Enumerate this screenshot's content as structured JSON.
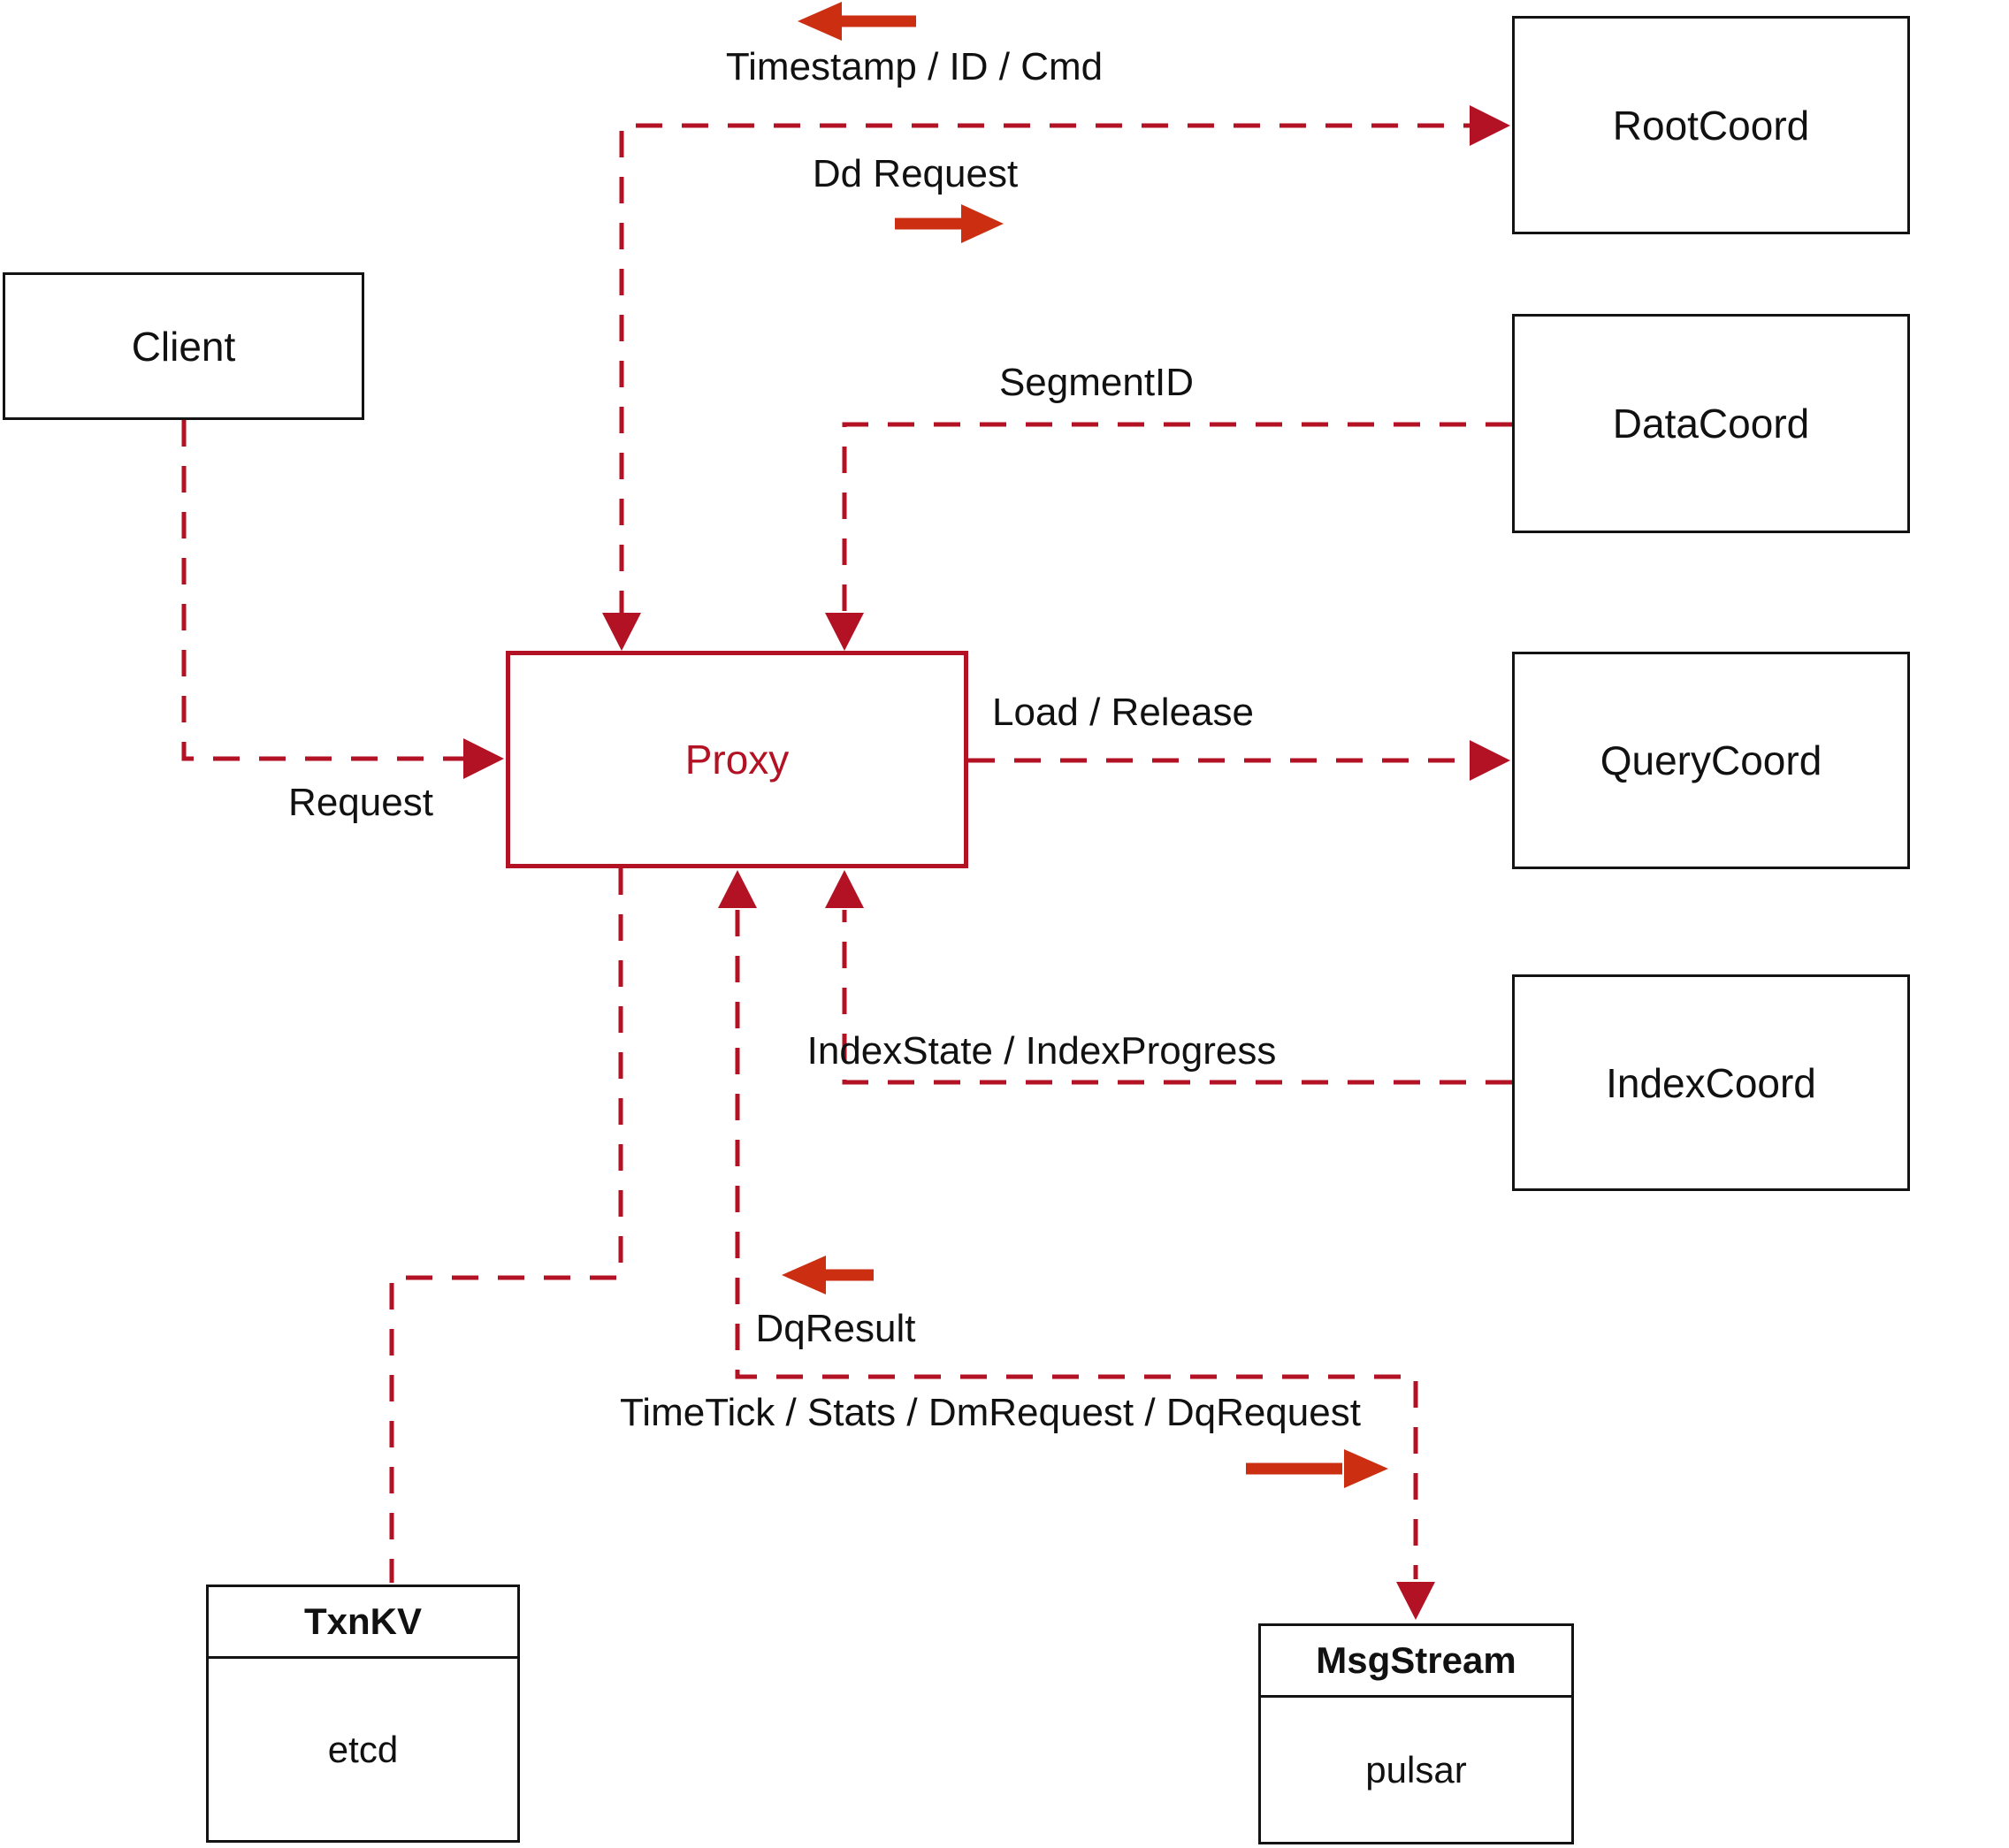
{
  "colors": {
    "line": "#b31224",
    "arrow": "#cc2e12",
    "box_border": "#131313",
    "text": "#111111"
  },
  "nodes": {
    "client": {
      "label": "Client"
    },
    "proxy": {
      "label": "Proxy"
    },
    "root_coord": {
      "label": "RootCoord"
    },
    "data_coord": {
      "label": "DataCoord"
    },
    "query_coord": {
      "label": "QueryCoord"
    },
    "index_coord": {
      "label": "IndexCoord"
    },
    "txn_kv": {
      "title": "TxnKV",
      "impl": "etcd"
    },
    "msg_stream": {
      "title": "MsgStream",
      "impl": "pulsar"
    }
  },
  "edges": {
    "request": "Request",
    "timestamp_id_cmd": "Timestamp / ID / Cmd",
    "dd_request": "Dd Request",
    "segment_id": "SegmentID",
    "load_release": "Load / Release",
    "index_state_progress": "IndexState / IndexProgress",
    "dq_result": "DqResult",
    "timetick_stats_dm_dq": "TimeTick / Stats / DmRequest / DqRequest"
  }
}
